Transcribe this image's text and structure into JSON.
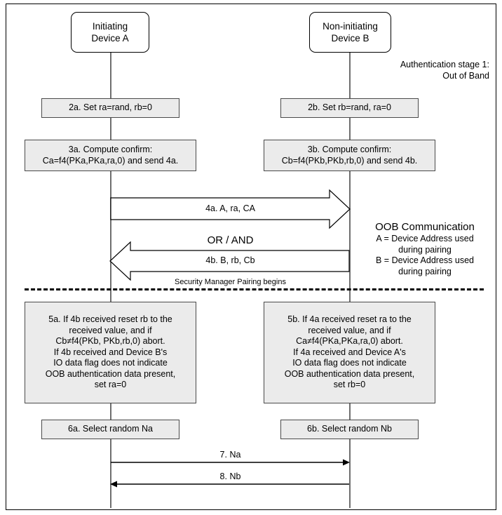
{
  "diagram": {
    "actors": {
      "left": {
        "line1": "Initiating",
        "line2": "Device A"
      },
      "right": {
        "line1": "Non-initiating",
        "line2": "Device B"
      }
    },
    "stage_note": {
      "line1": "Authentication stage 1:",
      "line2": "Out of Band"
    },
    "steps": {
      "s2a": "2a. Set ra=rand, rb=0",
      "s2b": "2b. Set rb=rand, ra=0",
      "s3a_line1": "3a. Compute confirm:",
      "s3a_line2": "Ca=f4(PKa,PKa,ra,0) and send 4a.",
      "s3b_line1": "3b. Compute confirm:",
      "s3b_line2": "Cb=f4(PKb,PKb,rb,0) and send 4b.",
      "s5a": [
        "5a. If 4b received reset rb to the",
        "received value, and if",
        "Cb≠f4(PKb, PKb,rb,0) abort.",
        "If 4b received and Device B's",
        "IO data flag does not indicate",
        "OOB authentication data present,",
        "set ra=0"
      ],
      "s5b": [
        "5b. If 4a received reset ra to the",
        "received value, and if",
        "Ca≠f4(PKa,PKa,ra,0) abort.",
        "If 4a received and Device A's",
        "IO data flag does not indicate",
        "OOB authentication data present,",
        "set rb=0"
      ],
      "s6a": "6a. Select random Na",
      "s6b": "6b. Select random Nb"
    },
    "messages": {
      "m4a": "4a. A, ra, CA",
      "or_and": "OR / AND",
      "m4b": "4b. B, rb, Cb",
      "sm_begins": "Security Manager Pairing begins",
      "m7": "7. Na",
      "m8": "8. Nb"
    },
    "oob_note": {
      "title": "OOB Communication",
      "lines": [
        "A = Device Address used",
        "during pairing",
        "B = Device Address used",
        "during pairing"
      ]
    },
    "colors": {
      "box_fill": "#ebebeb",
      "box_stroke": "#4a4a4a",
      "frame_stroke": "#000000",
      "lifeline": "#6e6e6e",
      "text": "#000000"
    }
  }
}
